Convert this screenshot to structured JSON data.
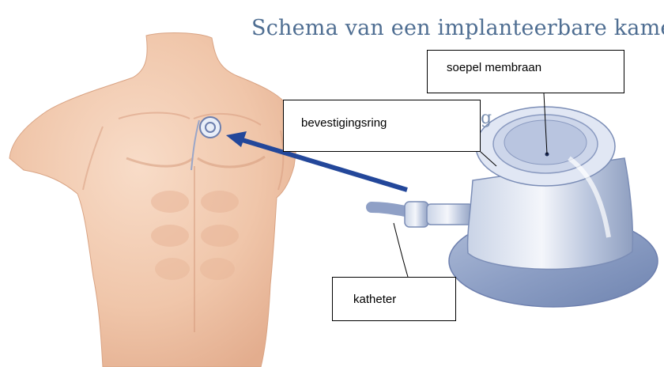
{
  "title": "Schema van een implanteerbare kamer",
  "labels": {
    "membraan": "soepel membraan",
    "ring": "bevestigingsring",
    "katheter": "katheter"
  },
  "underlying_text_fragment": "g"
}
